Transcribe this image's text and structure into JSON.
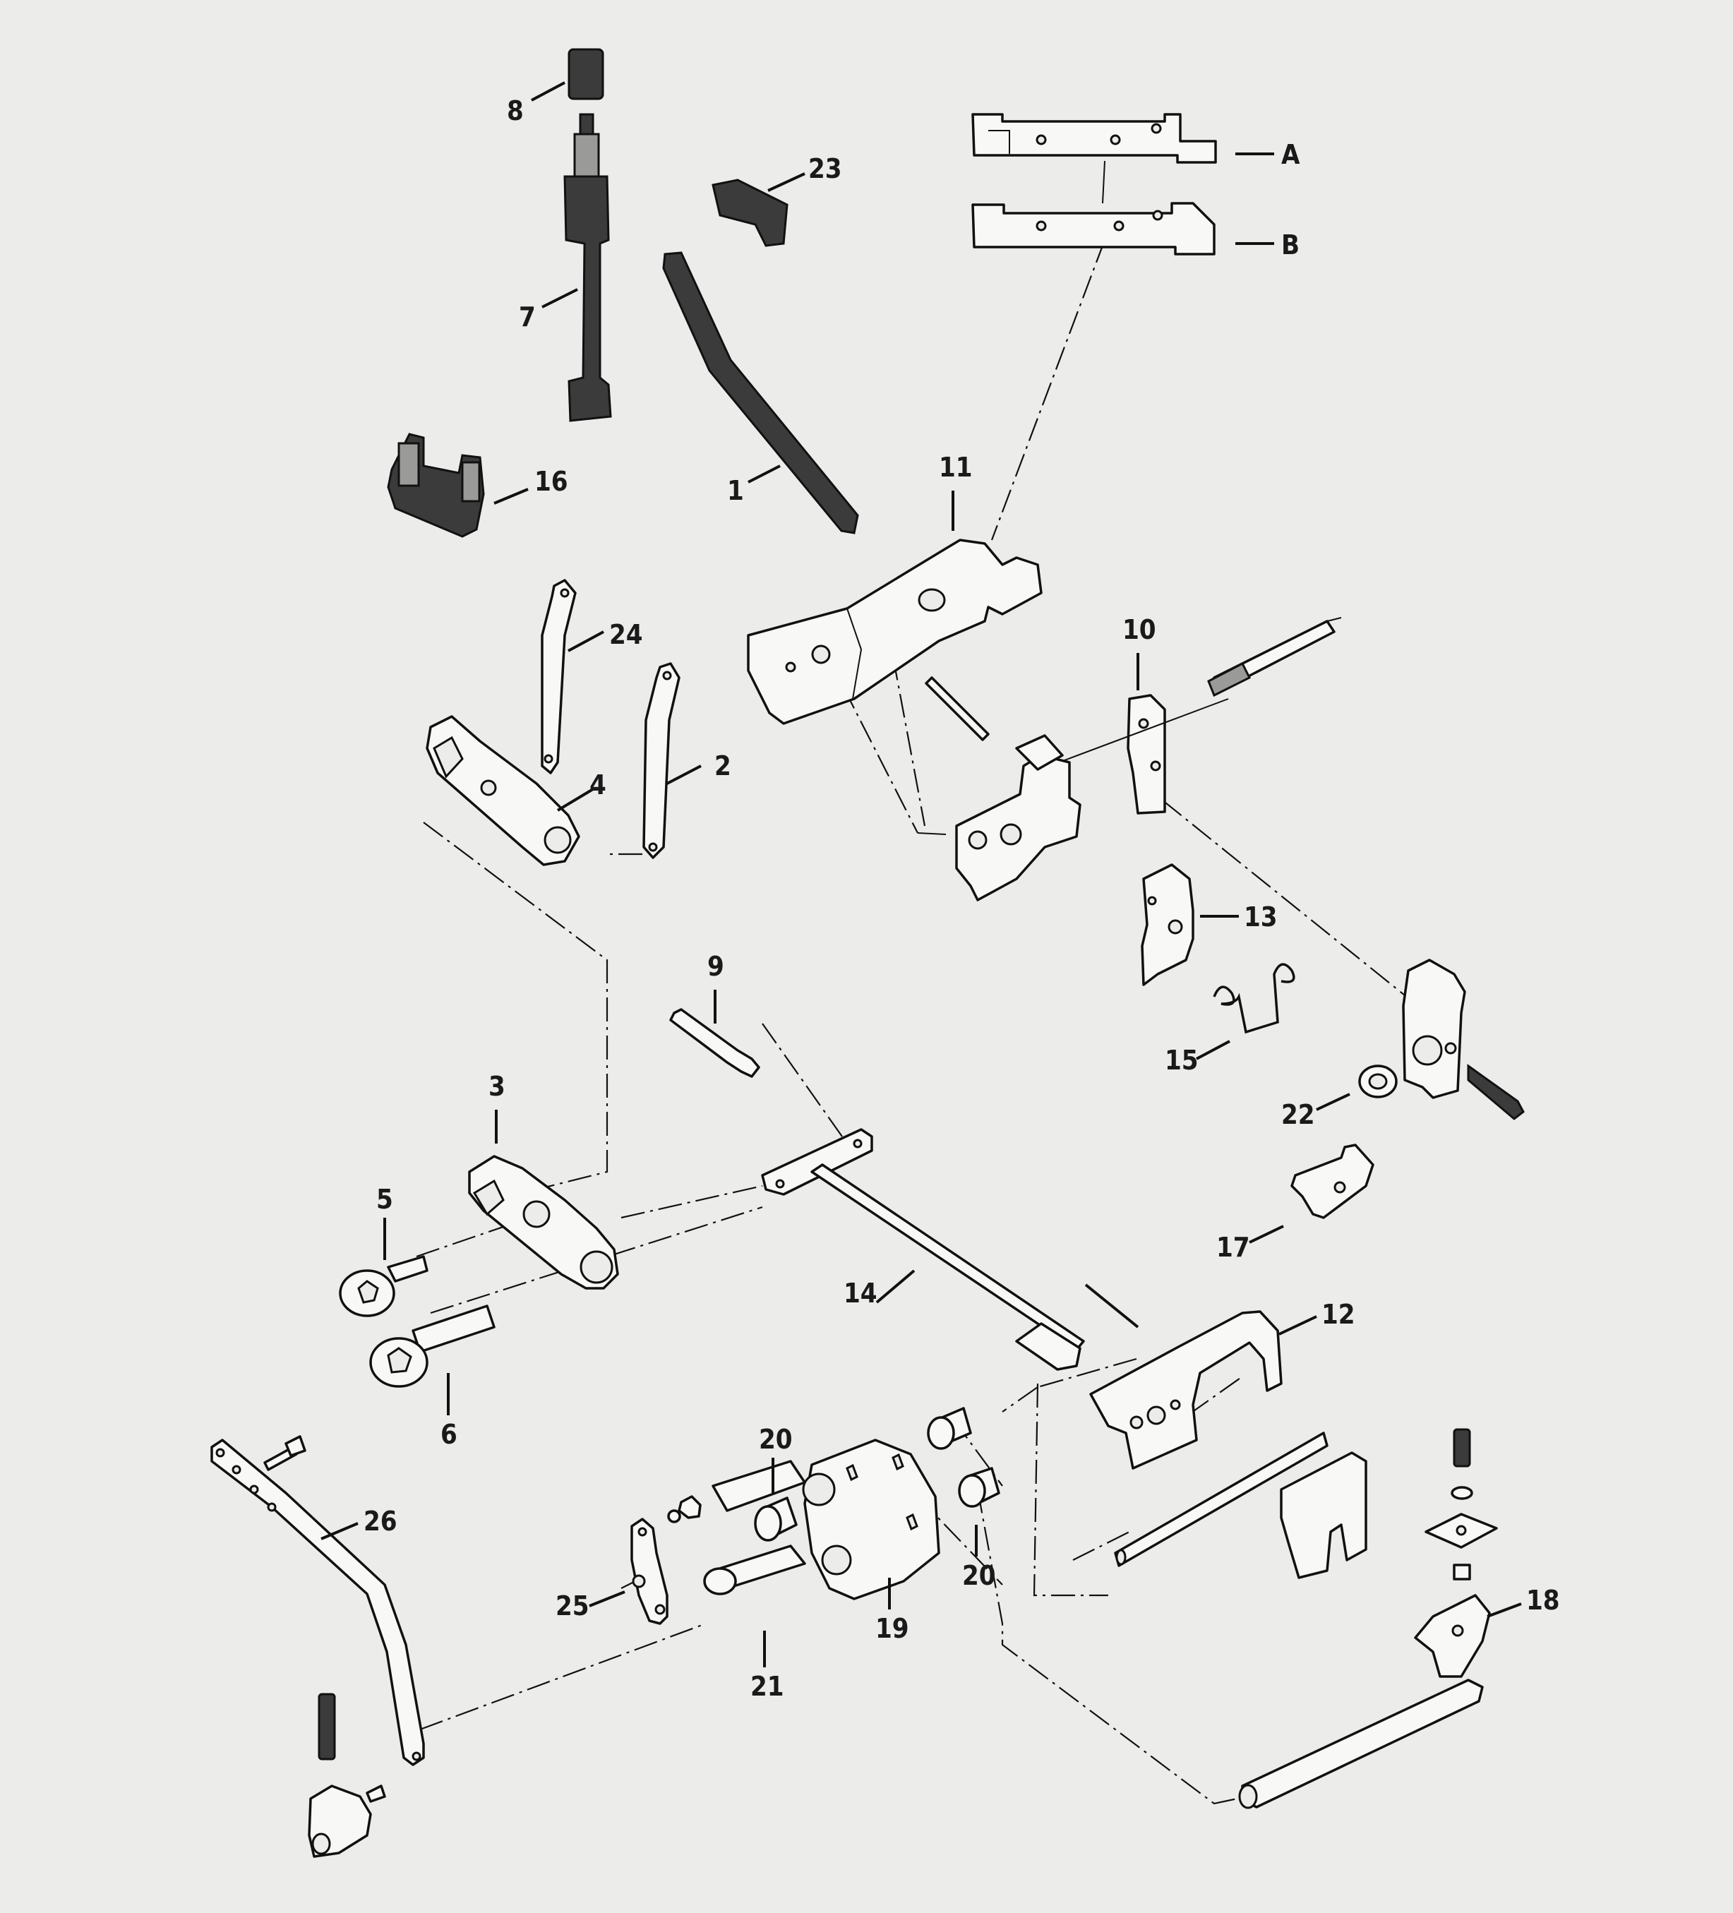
{
  "figure": {
    "background": "#ececeb",
    "ink": "#111111",
    "callouts": [
      {
        "id": "8",
        "text": "8"
      },
      {
        "id": "7",
        "text": "7"
      },
      {
        "id": "23",
        "text": "23"
      },
      {
        "id": "1",
        "text": "1"
      },
      {
        "id": "16",
        "text": "16"
      },
      {
        "id": "11",
        "text": "11"
      },
      {
        "id": "A",
        "text": "A"
      },
      {
        "id": "B",
        "text": "B"
      },
      {
        "id": "24",
        "text": "24"
      },
      {
        "id": "2",
        "text": "2"
      },
      {
        "id": "4",
        "text": "4"
      },
      {
        "id": "10",
        "text": "10"
      },
      {
        "id": "13",
        "text": "13"
      },
      {
        "id": "15",
        "text": "15"
      },
      {
        "id": "22",
        "text": "22"
      },
      {
        "id": "9",
        "text": "9"
      },
      {
        "id": "3",
        "text": "3"
      },
      {
        "id": "5",
        "text": "5"
      },
      {
        "id": "6",
        "text": "6"
      },
      {
        "id": "14",
        "text": "14"
      },
      {
        "id": "17",
        "text": "17"
      },
      {
        "id": "12",
        "text": "12"
      },
      {
        "id": "20a",
        "text": "20"
      },
      {
        "id": "20b",
        "text": "20"
      },
      {
        "id": "26",
        "text": "26"
      },
      {
        "id": "25",
        "text": "25"
      },
      {
        "id": "19",
        "text": "19"
      },
      {
        "id": "21",
        "text": "21"
      },
      {
        "id": "18",
        "text": "18"
      }
    ]
  }
}
